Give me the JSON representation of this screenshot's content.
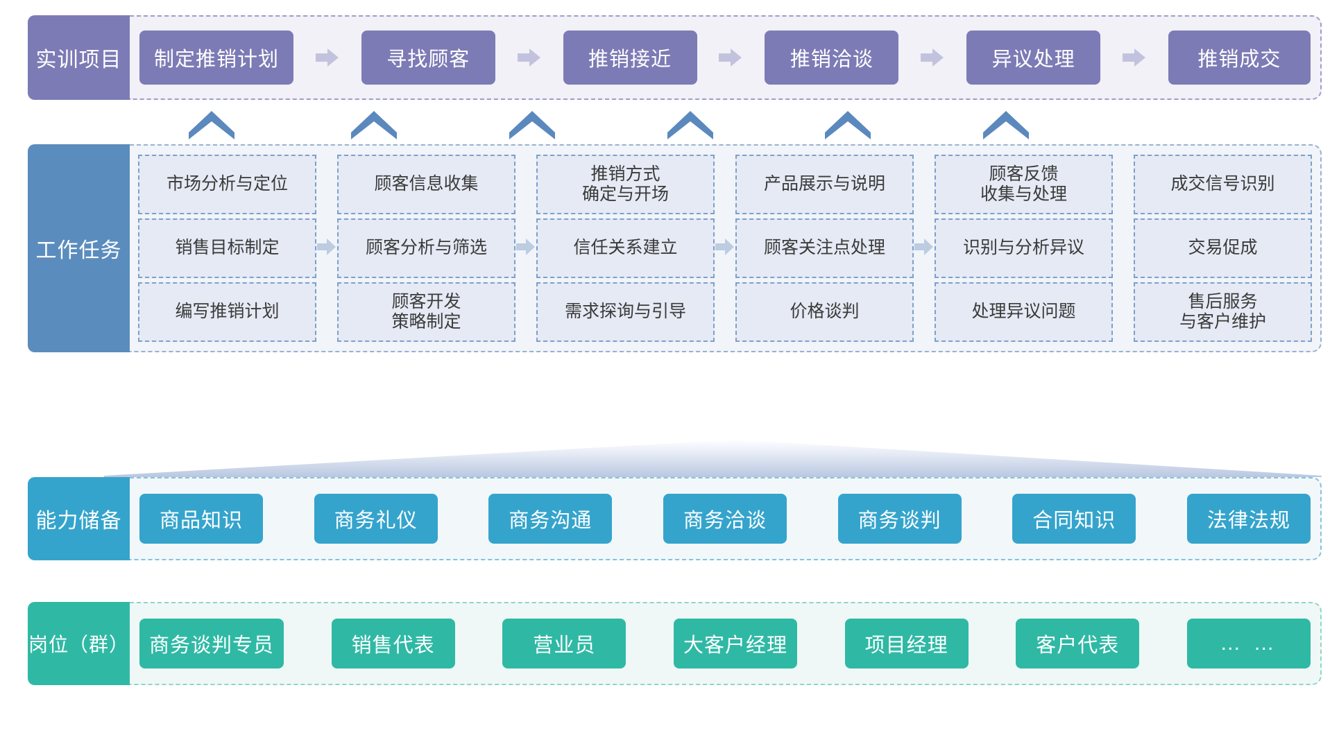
{
  "colors": {
    "project_accent": "#7d7bb5",
    "task_accent": "#5b8cbe",
    "ability_accent": "#35a4cc",
    "job_accent": "#2fb9a5",
    "task_cell_bg": "#e5eaf4",
    "task_cell_border": "#7e9fcb",
    "chevron": "#5b89bd"
  },
  "rows": {
    "project": {
      "label": "实训项目",
      "items": [
        "制定推销计划",
        "寻找顾客",
        "推销接近",
        "推销洽谈",
        "异议处理",
        "推销成交"
      ]
    },
    "tasks": {
      "label": "工作任务",
      "columns": [
        {
          "cells": [
            "市场分析与定位",
            "销售目标制定",
            "编写推销计划"
          ]
        },
        {
          "cells": [
            "顾客信息收集",
            "顾客分析与筛选",
            "顾客开发\n策略制定"
          ]
        },
        {
          "cells": [
            "推销方式\n确定与开场",
            "信任关系建立",
            "需求探询与引导"
          ]
        },
        {
          "cells": [
            "产品展示与说明",
            "顾客关注点处理",
            "价格谈判"
          ]
        },
        {
          "cells": [
            "顾客反馈\n收集与处理",
            "识别与分析异议",
            "处理异议问题"
          ]
        },
        {
          "cells": [
            "成交信号识别",
            "交易促成",
            "售后服务\n与客户维护"
          ]
        }
      ]
    },
    "ability": {
      "label": "能力储备",
      "items": [
        "商品知识",
        "商务礼仪",
        "商务沟通",
        "商务洽谈",
        "商务谈判",
        "合同知识",
        "法律法规"
      ]
    },
    "jobs": {
      "label": "岗位（群）",
      "items": [
        "商务谈判专员",
        "销售代表",
        "营业员",
        "大客户经理",
        "项目经理",
        "客户代表",
        "… …"
      ]
    }
  }
}
